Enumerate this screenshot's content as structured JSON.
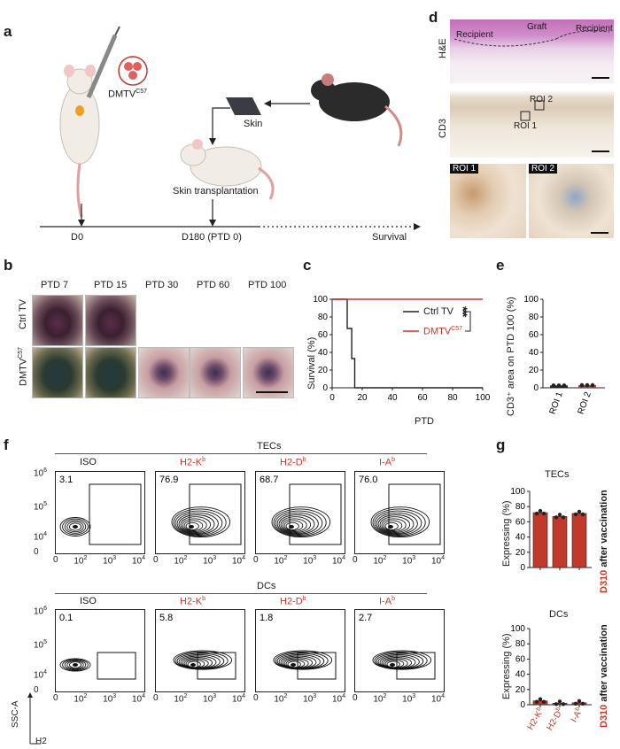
{
  "panels": {
    "a": "a",
    "b": "b",
    "c": "c",
    "d": "d",
    "e": "e",
    "f": "f",
    "g": "g"
  },
  "a": {
    "dmtv_label": "DMTV",
    "dmtv_sup": "C57",
    "skin_label": "Skin",
    "transplant_label": "Skin transplantation",
    "timeline": {
      "d0": "D0",
      "d180": "D180 (PTD 0)",
      "survival": "Survival"
    }
  },
  "b": {
    "cols": [
      "PTD 7",
      "PTD 15",
      "PTD 30",
      "PTD 60",
      "PTD 100"
    ],
    "row1": "Ctrl TV",
    "row2_main": "DMTV",
    "row2_sup": "C57"
  },
  "c": {
    "ylabel": "Survival (%)",
    "xlabel": "PTD",
    "yticks": [
      "0",
      "20",
      "40",
      "60",
      "80",
      "100"
    ],
    "xticks": [
      "0",
      "20",
      "40",
      "60",
      "80",
      "100"
    ],
    "legend": [
      {
        "name": "Ctrl TV",
        "color": "#222222"
      },
      {
        "name": "DMTV",
        "sup": "C57",
        "color": "#c0392b"
      }
    ],
    "stars": "***"
  },
  "d": {
    "he": "H&E",
    "cd3": "CD3",
    "recipient_left": "Recipient",
    "graft": "Graft",
    "recipient_right": "Recipient",
    "roi1": "ROI 1",
    "roi2": "ROI 2"
  },
  "e": {
    "ylabel": "CD3⁺ area on PTD 100 (%)",
    "yticks": [
      "0",
      "20",
      "40",
      "60",
      "80",
      "100"
    ],
    "cats": [
      "ROI 1",
      "ROI 2"
    ]
  },
  "f": {
    "tecs": "TECs",
    "dcs": "DCs",
    "headers": [
      {
        "main": "ISO",
        "sup": ""
      },
      {
        "main": "H2-K",
        "sup": "b"
      },
      {
        "main": "H2-D",
        "sup": "b"
      },
      {
        "main": "I-A",
        "sup": "b"
      }
    ],
    "tec_pcts": [
      "3.1",
      "76.9",
      "68.7",
      "76.0"
    ],
    "dc_pcts": [
      "0.1",
      "5.8",
      "1.8",
      "2.7"
    ],
    "yticks": {
      "y6": "10",
      "y5": "10",
      "y4": "10",
      "e6": "6",
      "e5": "5",
      "e4": "4",
      "zero": "0"
    },
    "xticks": {
      "zero": "0",
      "b": "10",
      "e2": "2",
      "e3": "3",
      "e4": "4"
    },
    "ssc": "SSC-A",
    "h2": "H2"
  },
  "g": {
    "tecs": "TECs",
    "dcs": "DCs",
    "ylabel": "Expressing (%)",
    "side_label_red": "D310",
    "side_label": " after vaccination",
    "yticks": [
      "0",
      "20",
      "40",
      "60",
      "80",
      "100"
    ],
    "cats": [
      {
        "main": "H2-K",
        "sup": "b"
      },
      {
        "main": "H2-D",
        "sup": "b"
      },
      {
        "main": "I-A",
        "sup": "b"
      }
    ]
  },
  "chart_data": [
    {
      "type": "line",
      "title": "",
      "xlabel": "PTD",
      "ylabel": "Survival (%)",
      "xlim": [
        0,
        100
      ],
      "ylim": [
        0,
        100
      ],
      "series": [
        {
          "name": "Ctrl TV",
          "x": [
            0,
            10,
            10,
            13,
            13,
            15,
            15,
            100
          ],
          "y": [
            100,
            100,
            67,
            67,
            33,
            33,
            0,
            0
          ]
        },
        {
          "name": "DMTV C57",
          "x": [
            0,
            100
          ],
          "y": [
            100,
            100
          ]
        }
      ]
    },
    {
      "type": "bar",
      "title": "",
      "ylabel": "CD3⁺ area on PTD 100 (%)",
      "categories": [
        "ROI 1",
        "ROI 2"
      ],
      "values": [
        0.6,
        0.9
      ],
      "ylim": [
        0,
        100
      ]
    },
    {
      "type": "bar",
      "title": "TECs",
      "ylabel": "Expressing (%)",
      "categories": [
        "H2-Kb",
        "H2-Db",
        "I-Ab"
      ],
      "values": [
        72,
        67,
        71
      ],
      "ylim": [
        0,
        100
      ]
    },
    {
      "type": "bar",
      "title": "DCs",
      "ylabel": "Expressing (%)",
      "categories": [
        "H2-Kb",
        "H2-Db",
        "I-Ab"
      ],
      "values": [
        5,
        2,
        2.5
      ],
      "ylim": [
        0,
        100
      ]
    }
  ]
}
